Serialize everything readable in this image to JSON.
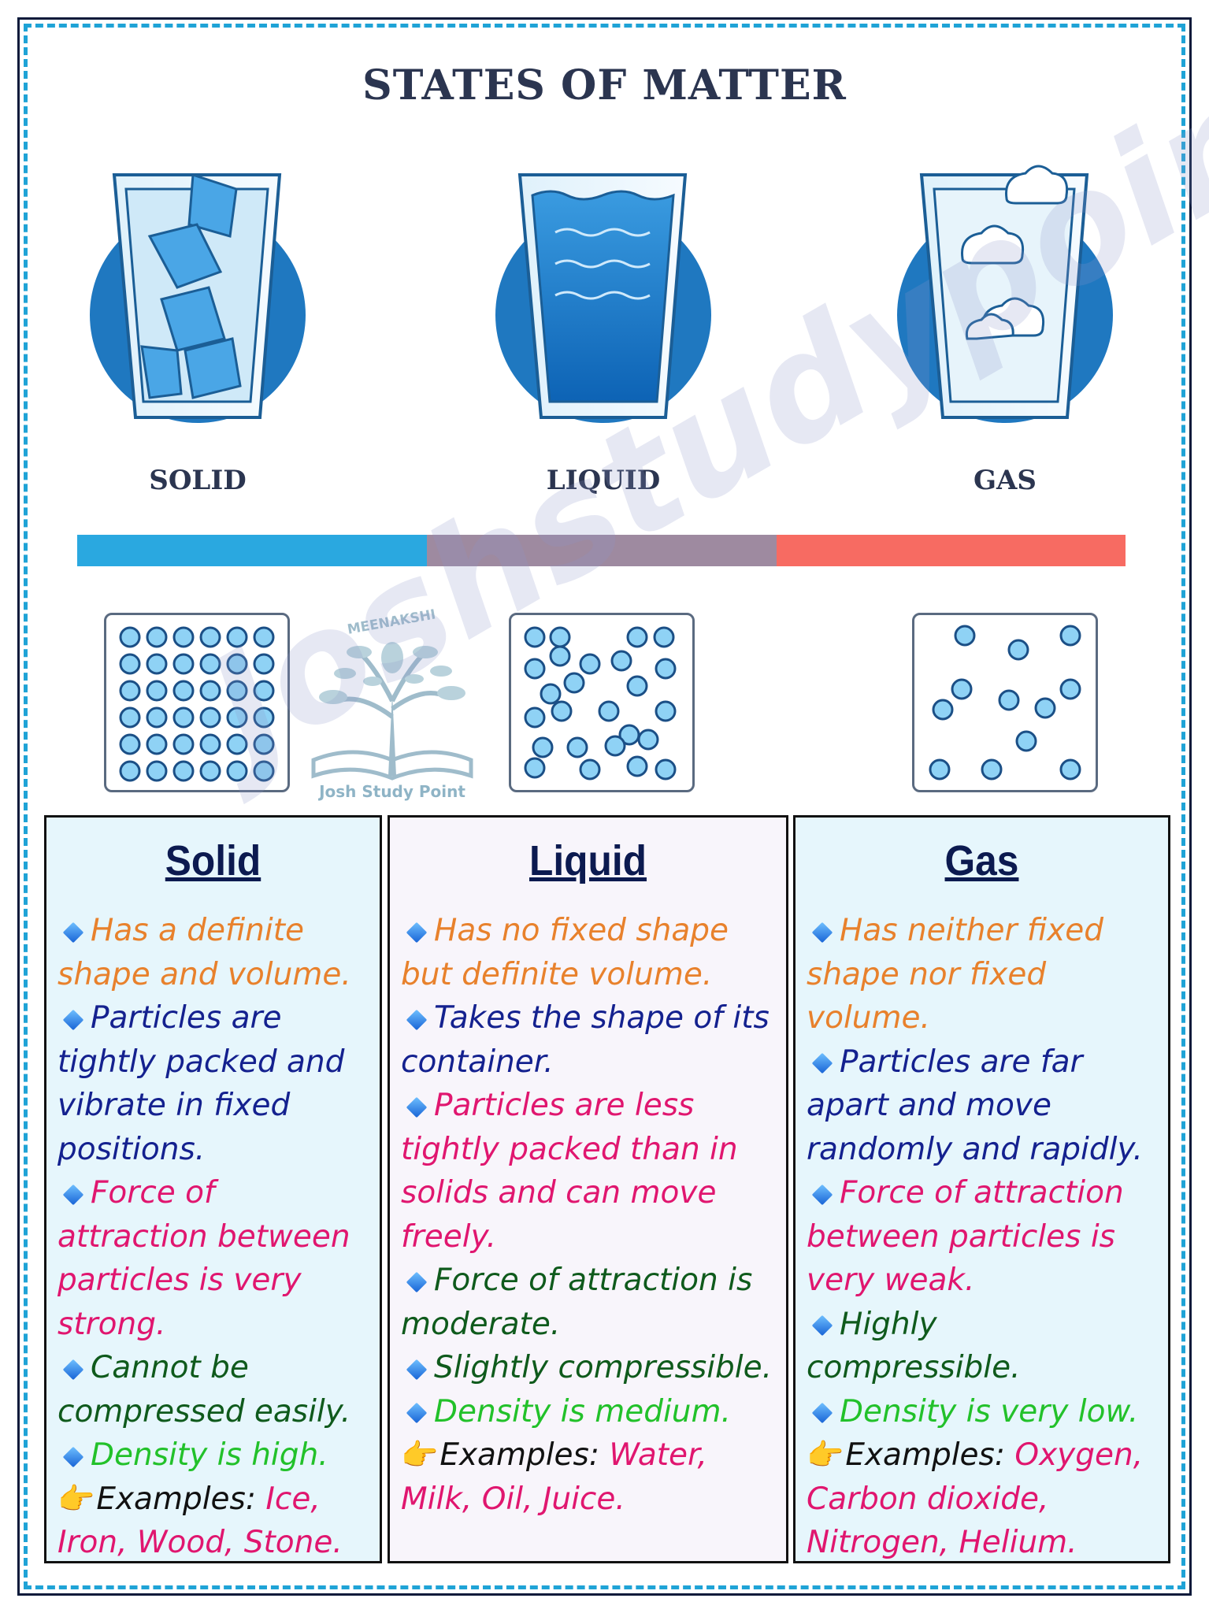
{
  "title": "STATES OF MATTER",
  "states": [
    {
      "label": "SOLID"
    },
    {
      "label": "LIQUID"
    },
    {
      "label": "GAS"
    }
  ],
  "colors": {
    "solid_bar": "#2aa8e0",
    "liquid_bar": "#9e8aa0",
    "gas_bar": "#f76b62",
    "orange": "#e8812c",
    "blue": "#14218f",
    "pink": "#e0166f",
    "darkgreen": "#0f5a1c",
    "green": "#22c12a",
    "black": "#111111"
  },
  "logo": {
    "arc_text": "MEENAKSHI",
    "name": "Josh Study Point"
  },
  "watermark": "Joshstudypoint",
  "columns": {
    "solid": {
      "heading": "Solid",
      "p1": "Has a definite shape and volume.",
      "p2": "Particles are tightly packed and vibrate in fixed positions.",
      "p3": "Force of attraction between particles is very strong.",
      "p4": "Cannot be compressed easily.",
      "p5": "Density is high.",
      "examples_label": "Examples:",
      "examples": "Ice, Iron, Wood, Stone."
    },
    "liquid": {
      "heading": "Liquid",
      "p1": "Has no fixed shape but definite volume.",
      "p2": "Takes the shape of its container.",
      "p3": "Particles are less tightly packed than in solids and can move freely.",
      "p4": "Force of attraction is moderate.",
      "p5": "Slightly compressible.",
      "p6": "Density is medium.",
      "examples_label": "Examples:",
      "examples": "Water, Milk, Oil, Juice."
    },
    "gas": {
      "heading": "Gas",
      "p1": "Has neither fixed shape nor fixed volume.",
      "p2": "Particles are far apart and move randomly and rapidly.",
      "p3": "Force of attraction between particles is very weak.",
      "p4": "Highly compressible.",
      "p5": "Density is very low.",
      "examples_label": "Examples:",
      "examples": "Oxygen, Carbon dioxide, Nitrogen, Helium."
    }
  }
}
